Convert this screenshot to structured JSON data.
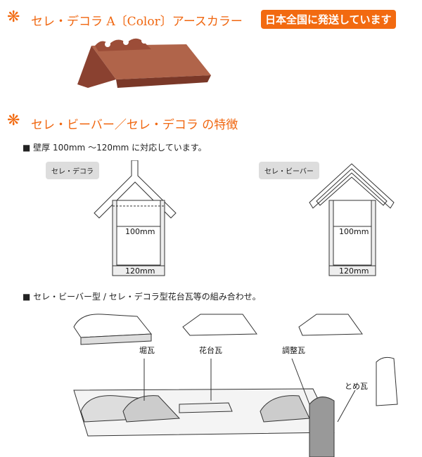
{
  "header": {
    "title": "セレ・デコラ A〔Color〕アースカラー",
    "badge": "日本全国に発送しています"
  },
  "features": {
    "title": "セレ・ビーバー／セレ・デコラ の特徴",
    "bullet1": "■ 壁厚 100mm ～120mm に対応しています。",
    "diagram_decora": {
      "label": "セレ・デコラ",
      "inner": "100mm",
      "outer": "120mm"
    },
    "diagram_beaver": {
      "label": "セレ・ビーバー",
      "inner": "100mm",
      "outer": "120mm"
    },
    "bullet2": "■ セレ・ビーバー型 / セレ・デコラ型花台瓦等の組み合わせ。"
  },
  "combination": {
    "labels": [
      "堀瓦",
      "花台瓦",
      "調整瓦",
      "とめ瓦"
    ]
  },
  "colors": {
    "accent": "#f26a10",
    "tile": "#a0553c"
  }
}
